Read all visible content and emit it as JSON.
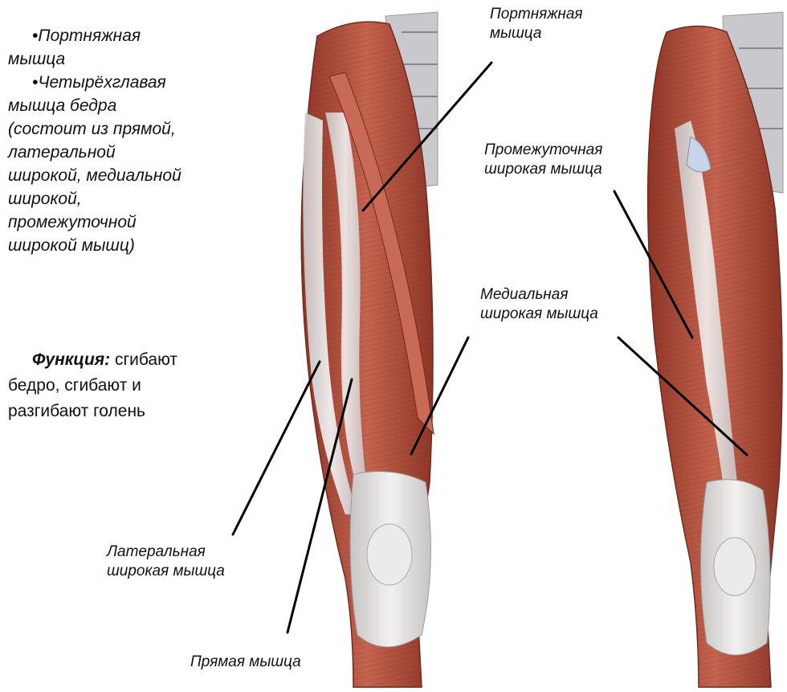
{
  "left_text": {
    "line1": "•Портняжная",
    "line2": "мышца",
    "line3": "•Четырёхглавая",
    "line4": "мышца бедра",
    "line5": "(состоит из прямой,",
    "line6": "латеральной",
    "line7": "широкой, медиальной",
    "line8": "широкой,",
    "line9": "промежуточной",
    "line10": "широкой мышц)"
  },
  "function": {
    "label": "Функция:",
    "text1": "сгибают",
    "text2": "бедро, сгибают и",
    "text3": "разгибают голень"
  },
  "labels": {
    "sartorius_1": "Портняжная",
    "sartorius_2": "мышца",
    "intermediate_1": "Промежуточная",
    "intermediate_2": "широкая мышца",
    "medial_1": "Медиальная",
    "medial_2": "широкая мышца",
    "lateral_1": "Латеральная",
    "lateral_2": "широкая мышца",
    "rectus": "Прямая мышца"
  },
  "colors": {
    "muscle": "#b5513f",
    "muscle_dark": "#8e3526",
    "tendon": "#e4e1e1",
    "bone": "#c9c9cd",
    "arrow": "#000000"
  }
}
